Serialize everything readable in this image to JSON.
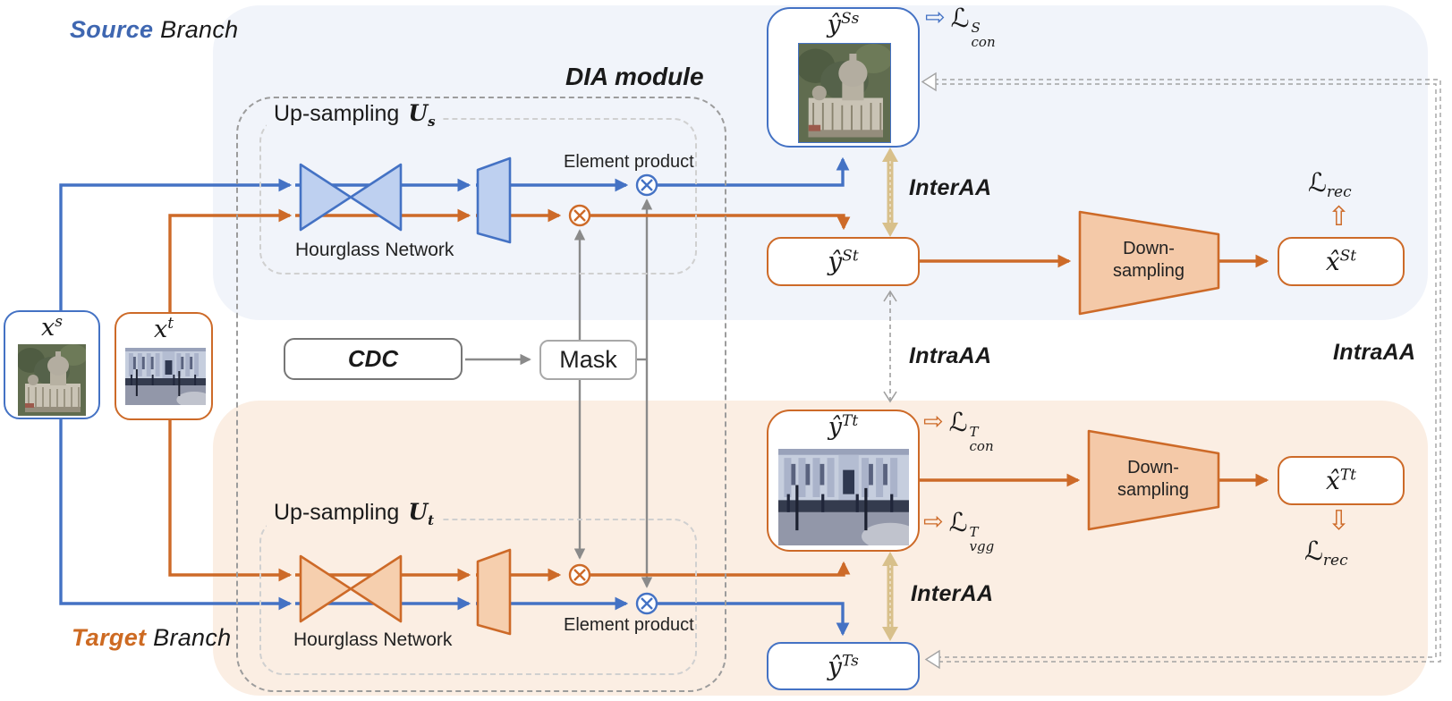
{
  "branches": {
    "source": {
      "highlight": "Source",
      "rest": " Branch"
    },
    "target": {
      "highlight": "Target",
      "rest": " Branch"
    }
  },
  "dia": {
    "title": "DIA module",
    "upsampling_s": {
      "label": "Up-sampling",
      "symbol": "U",
      "sub": "s"
    },
    "upsampling_t": {
      "label": "Up-sampling",
      "symbol": "U",
      "sub": "t"
    },
    "hourglass_s": "Hourglass Network",
    "hourglass_t": "Hourglass Network",
    "element_product_s": "Element product",
    "element_product_t": "Element product"
  },
  "cdc": {
    "label": "CDC"
  },
  "mask": {
    "label": "Mask"
  },
  "nodes": {
    "xs": {
      "base": "x",
      "sup": "s"
    },
    "xt": {
      "base": "x",
      "sup": "t"
    },
    "ySs": {
      "base": "ŷ",
      "sup": "Ss"
    },
    "ySt": {
      "base": "ŷ",
      "sup": "St"
    },
    "yTt": {
      "base": "ŷ",
      "sup": "Tt"
    },
    "yTs": {
      "base": "ŷ",
      "sup": "Ts"
    },
    "xSt": {
      "base": "x̂",
      "sup": "St"
    },
    "xTt": {
      "base": "x̂",
      "sup": "Tt"
    }
  },
  "ops": {
    "downsampling_top": {
      "line1": "Down-",
      "line2": "sampling"
    },
    "downsampling_bottom": {
      "line1": "Down-",
      "line2": "sampling"
    }
  },
  "losses": {
    "con_s": {
      "base": "ℒ",
      "sup": "S",
      "sub": "con"
    },
    "con_t": {
      "base": "ℒ",
      "sup": "T",
      "sub": "con"
    },
    "vgg_t": {
      "base": "ℒ",
      "sup": "T",
      "sub": "vgg"
    },
    "rec_top": {
      "base": "ℒ",
      "sub": "rec"
    },
    "rec_bottom": {
      "base": "ℒ",
      "sub": "rec"
    }
  },
  "alignment": {
    "interaa_top": "InterAA",
    "intraaa_mid": "IntraAA",
    "intraaa_right": "IntraAA",
    "interaa_bottom": "InterAA"
  },
  "symbols": {
    "element_product": "⊗",
    "arrow_right": "⇨",
    "arrow_up": "⇧",
    "arrow_down": "⇩"
  },
  "images": {
    "xs": "cathedral-photo",
    "xt": "palace-photo",
    "ySs": "cathedral-photo",
    "yTt": "palace-photo"
  },
  "colors": {
    "blue": "#4472c4",
    "orange": "#cd6a28",
    "gray": "#8a8a8a",
    "tan": "#d8c08b",
    "source_bg": "#f1f4fa",
    "target_bg": "#fbeee3"
  }
}
